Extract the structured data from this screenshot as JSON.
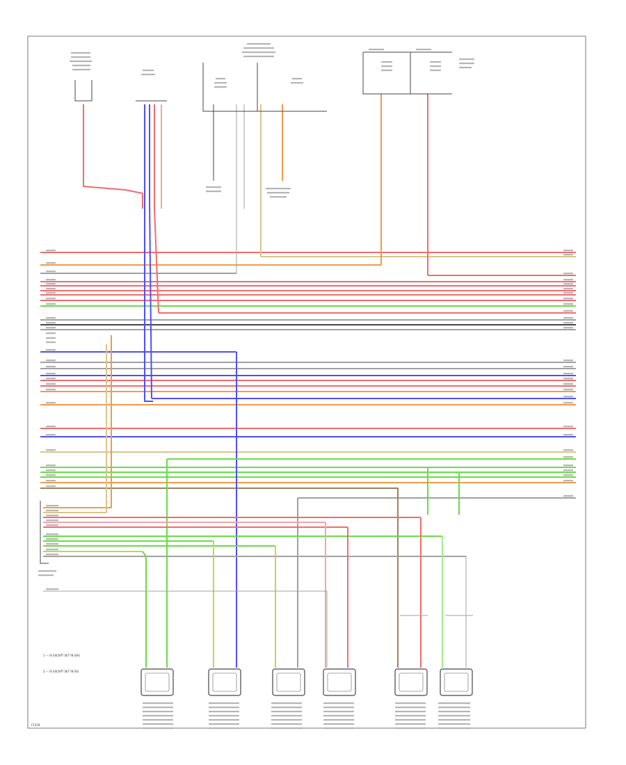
{
  "colors": {
    "red": "#f26b6b",
    "pink": "#f5a3a8",
    "orange": "#f29a4a",
    "tan": "#d9c48a",
    "blue": "#4d4dff",
    "green": "#66dd44",
    "lightgreen": "#a6ea8c",
    "yellowgreen": "#bcd84a",
    "gray": "#a0a0a0",
    "black": "#444444",
    "brown": "#a08060",
    "frame": "#7a7a7a"
  },
  "footnotes": [
    "1 — IS EXCEPT SET IN SAS",
    "2 — IS EXCEPT SET IN ISS"
  ],
  "page_code": "F1234"
}
